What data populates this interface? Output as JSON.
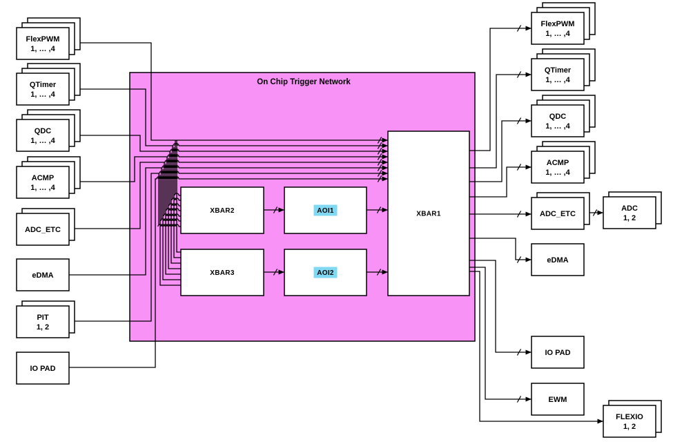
{
  "figure": {
    "title": "On Chip Trigger Network",
    "colors": {
      "network_fill": "#F992F7",
      "aoi_highlight": "#7FD9F2",
      "line": "#000000",
      "block_fill": "#FFFFFF"
    },
    "left_blocks": [
      {
        "id": "flexpwm",
        "label": "FlexPWM",
        "sublabel": "1, … ,4",
        "stack": 3
      },
      {
        "id": "qtimer",
        "label": "QTimer",
        "sublabel": "1, … ,4",
        "stack": 3
      },
      {
        "id": "qdc",
        "label": "QDC",
        "sublabel": "1, … ,4",
        "stack": 3
      },
      {
        "id": "acmp",
        "label": "ACMP",
        "sublabel": "1, … ,4",
        "stack": 3
      },
      {
        "id": "adc-etc",
        "label": "ADC_ETC",
        "sublabel": "",
        "stack": 2
      },
      {
        "id": "edma",
        "label": "eDMA",
        "sublabel": "",
        "stack": 1
      },
      {
        "id": "pit",
        "label": "PIT",
        "sublabel": "1, 2",
        "stack": 2
      },
      {
        "id": "io-pad",
        "label": "IO PAD",
        "sublabel": "",
        "stack": 1
      }
    ],
    "network_blocks": [
      {
        "id": "xbar2",
        "label": "XBAR2",
        "highlight": false
      },
      {
        "id": "aoi1",
        "label": "AOI1",
        "highlight": true
      },
      {
        "id": "xbar3",
        "label": "XBAR3",
        "highlight": false
      },
      {
        "id": "aoi2",
        "label": "AOI2",
        "highlight": true
      },
      {
        "id": "xbar1",
        "label": "XBAR1",
        "highlight": false
      }
    ],
    "right_blocks": [
      {
        "id": "flexpwm",
        "label": "FlexPWM",
        "sublabel": "1, … ,4",
        "stack": 3
      },
      {
        "id": "qtimer",
        "label": "QTimer",
        "sublabel": "1, … ,4",
        "stack": 3
      },
      {
        "id": "qdc",
        "label": "QDC",
        "sublabel": "1, … ,4",
        "stack": 3
      },
      {
        "id": "acmp",
        "label": "ACMP",
        "sublabel": "1, … ,4",
        "stack": 3
      },
      {
        "id": "adc-etc",
        "label": "ADC_ETC",
        "sublabel": "",
        "stack": 2
      },
      {
        "id": "adc",
        "label": "ADC",
        "sublabel": "1, 2",
        "stack": 2
      },
      {
        "id": "edma",
        "label": "eDMA",
        "sublabel": "",
        "stack": 1
      },
      {
        "id": "io-pad",
        "label": "IO PAD",
        "sublabel": "",
        "stack": 1
      },
      {
        "id": "ewm",
        "label": "EWM",
        "sublabel": "",
        "stack": 1
      },
      {
        "id": "flexio",
        "label": "FLEXIO",
        "sublabel": "1, 2",
        "stack": 2
      }
    ],
    "connections": {
      "into_network": [
        "FlexPWM",
        "QTimer",
        "QDC",
        "ACMP",
        "ADC_ETC",
        "eDMA",
        "PIT",
        "IO PAD"
      ],
      "internal": [
        "XBAR2 → AOI1",
        "AOI1 → XBAR1",
        "XBAR3 → AOI2",
        "AOI2 → XBAR1"
      ],
      "from_xbar1": [
        "FlexPWM",
        "QTimer",
        "QDC",
        "ACMP",
        "ADC_ETC",
        "eDMA",
        "IO PAD",
        "EWM",
        "FLEXIO"
      ],
      "chained": [
        "ADC_ETC → ADC"
      ]
    }
  }
}
